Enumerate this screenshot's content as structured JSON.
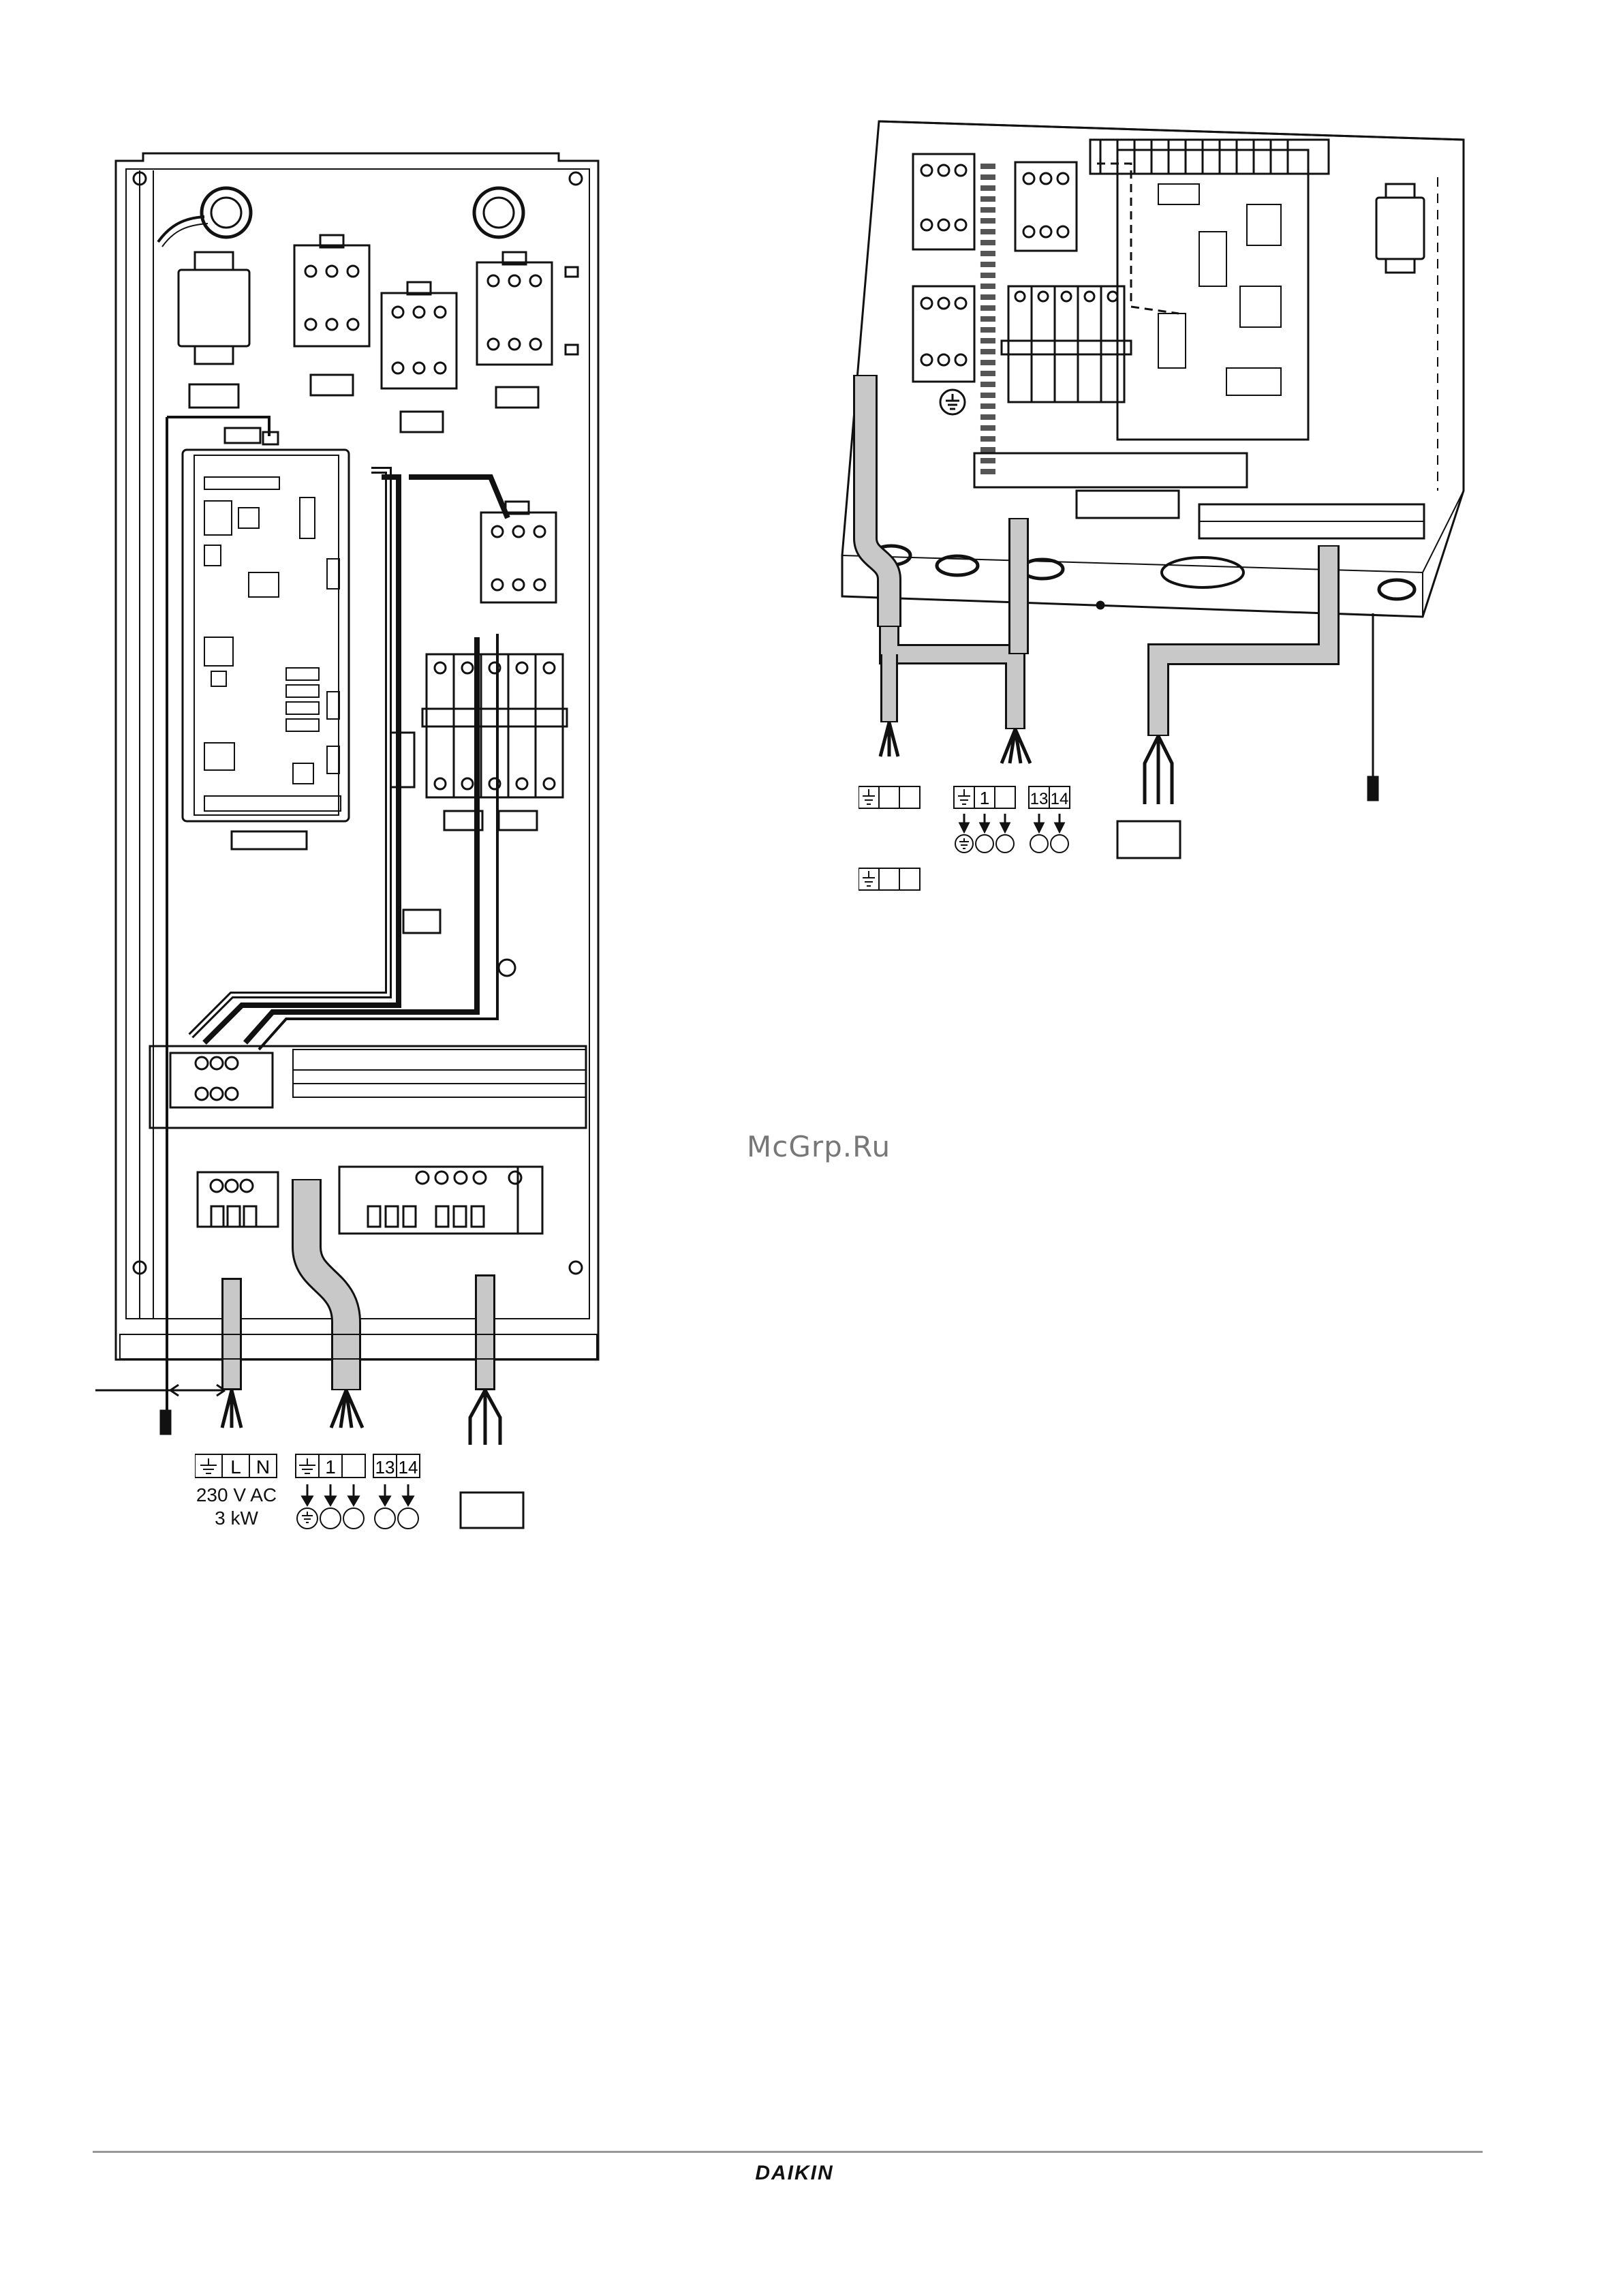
{
  "left_figure": {
    "terminal_labels": {
      "power_L": "L",
      "power_N": "N",
      "terminal_1": "1",
      "terminal_13": "13",
      "terminal_14": "14"
    },
    "supply_voltage": "230 V AC",
    "supply_power": "3 kW"
  },
  "right_figure": {
    "terminal_labels": {
      "terminal_1": "1",
      "terminal_13": "13",
      "terminal_14": "14"
    }
  },
  "watermark": "McGrp.Ru",
  "footer": {
    "brand": "DAIKIN"
  },
  "colors": {
    "line": "#111111",
    "cable_grey": "#c8c8c8",
    "rule": "#999999"
  },
  "icons": [
    "earth-ground-icon",
    "arrow-down-icon",
    "circle-terminal-icon"
  ]
}
